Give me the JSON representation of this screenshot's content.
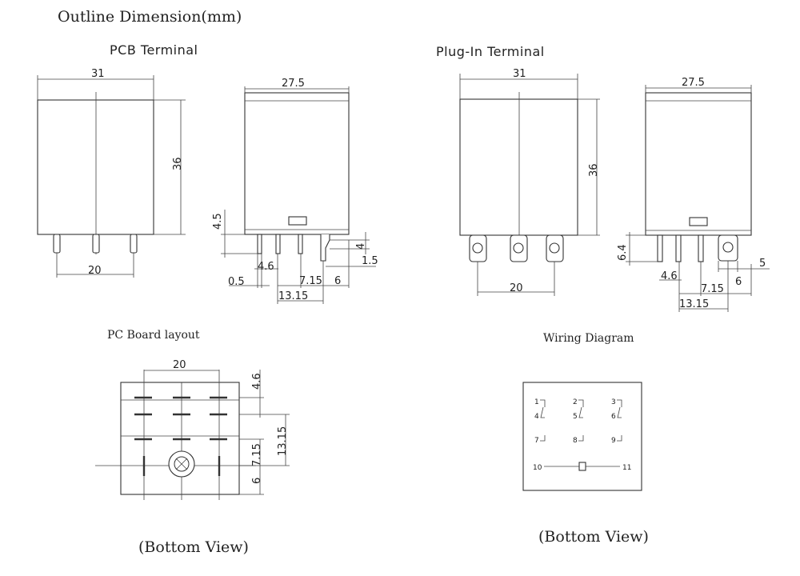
{
  "title": "Outline Dimension(mm)",
  "sections": {
    "pcb_terminal": "PCB Terminal",
    "plugin_terminal": "Plug-In Terminal",
    "pc_board_layout": "PC Board layout",
    "wiring_diagram": "Wiring Diagram"
  },
  "bottom_view_labels": [
    "(Bottom View)",
    "(Bottom View)"
  ],
  "pcb_front": {
    "width": "31",
    "height": "36",
    "pin_spacing": "20"
  },
  "pcb_side": {
    "width": "27.5",
    "pin_height": "4.5",
    "pin_width": "0.5",
    "pin_depth": "4.6",
    "pin_a": "7.15",
    "pin_b": "6",
    "pin_c": "13.15",
    "pin_tip": "4",
    "pin_offset": "1.5"
  },
  "plugin_front": {
    "width": "31",
    "height": "36",
    "pin_spacing": "20"
  },
  "plugin_side": {
    "width": "27.5",
    "terminal_height": "6.4",
    "pin_depth": "4.6",
    "pin_a": "7.15",
    "pin_b": "6",
    "pin_c": "13.15",
    "terminal_width": "5"
  },
  "pc_board": {
    "top": "20",
    "row_gap": "4.6",
    "dist_a": "7.15",
    "dist_b": "13.15",
    "dist_c": "6"
  },
  "wiring": {
    "pins": [
      "1",
      "2",
      "3",
      "4",
      "5",
      "6",
      "7",
      "8",
      "9",
      "10",
      "11"
    ]
  }
}
